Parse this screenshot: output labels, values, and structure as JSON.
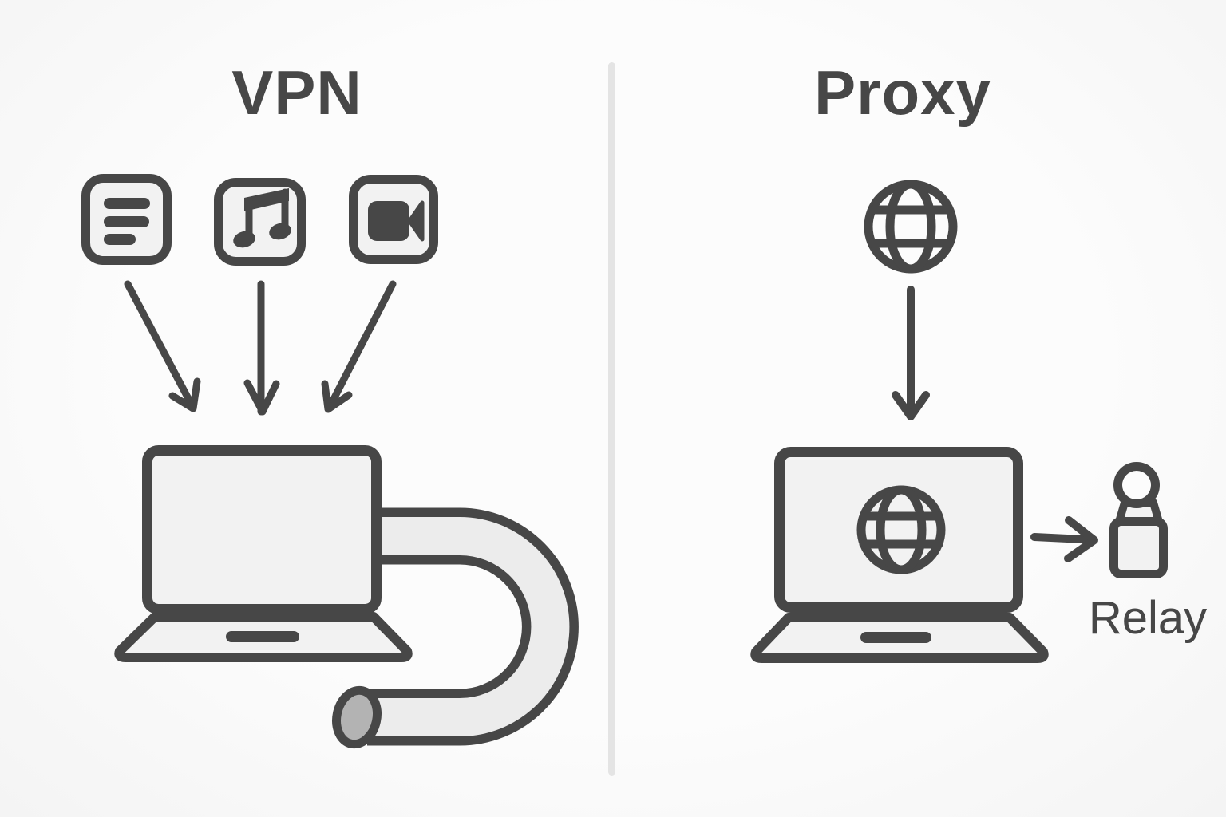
{
  "left_panel": {
    "title": "VPN",
    "source_icons": [
      "document",
      "music",
      "video"
    ],
    "elements": [
      "three-arrows-converging",
      "laptop",
      "vpn-tunnel-tube"
    ]
  },
  "right_panel": {
    "title": "Proxy",
    "relay_label": "Relay",
    "elements": [
      "globe",
      "arrow-down",
      "laptop-with-globe",
      "arrow-right",
      "relay-figure"
    ]
  },
  "colors": {
    "ink": "#474747",
    "panel": "#f2f2f2",
    "tube": "#ececec",
    "cap": "#b3b3b3",
    "divider": "#e4e4e4",
    "background": "#fcfcfc"
  }
}
